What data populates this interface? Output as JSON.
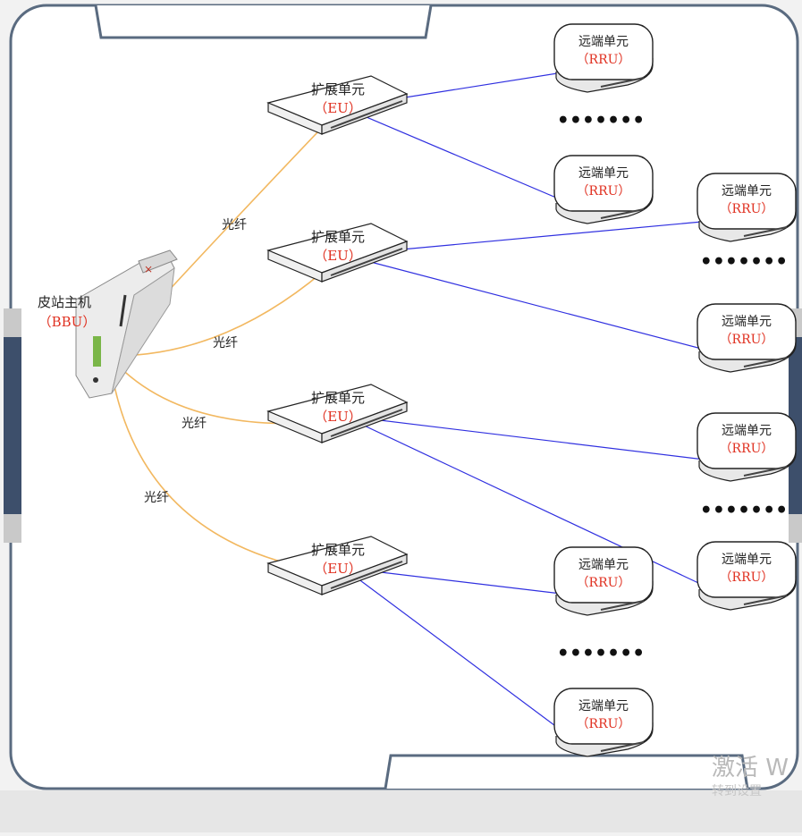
{
  "diagram": {
    "bbu": {
      "name": "皮站主机",
      "code": "（BBU）"
    },
    "fiber_label": "光纤",
    "eu": {
      "name": "扩展单元",
      "code": "（EU）"
    },
    "rru": {
      "name": "远端单元",
      "code": "（RRU）"
    },
    "ellipsis": "•••••••"
  },
  "colors": {
    "fiber": "#f2b860",
    "link": "#3030e0",
    "code_text": "#e03020",
    "frame": "#5a6b80",
    "side_bar": "#3d4f6b"
  },
  "watermark": {
    "main": "激活 W",
    "sub": "转到设置"
  }
}
